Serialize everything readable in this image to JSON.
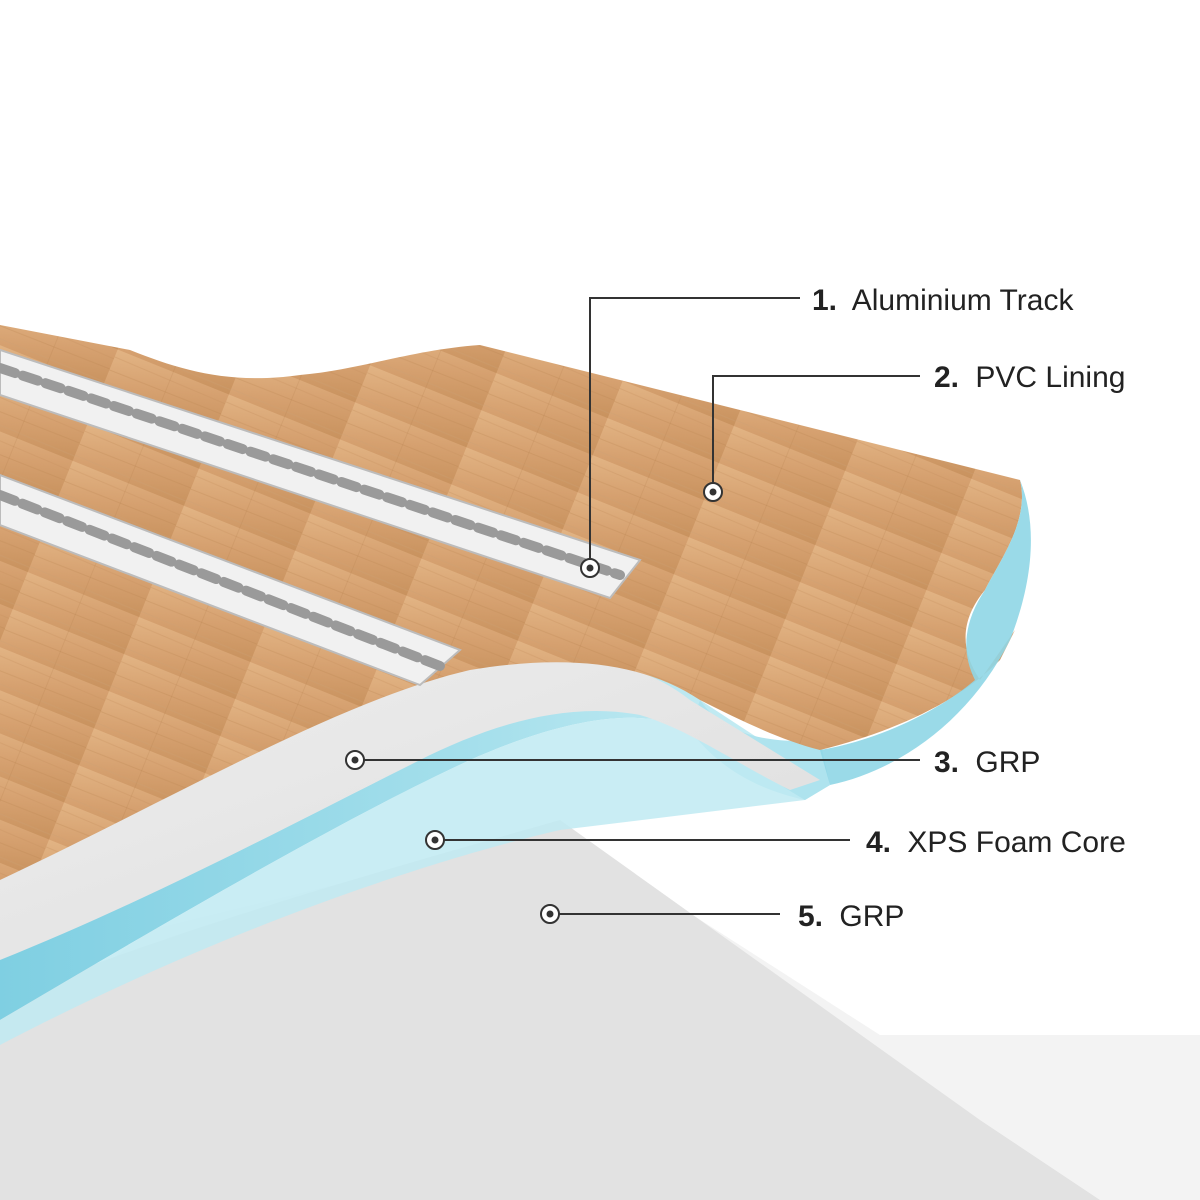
{
  "callouts": [
    {
      "number": "1.",
      "text": "Aluminium Track"
    },
    {
      "number": "2.",
      "text": "PVC Lining"
    },
    {
      "number": "3.",
      "text": "GRP"
    },
    {
      "number": "4.",
      "text": "XPS Foam Core"
    },
    {
      "number": "5.",
      "text": "GRP"
    }
  ],
  "colors": {
    "wood": "#d9a877",
    "wood_dark": "#c48e5a",
    "foam": "#8fd6e6",
    "foam_light": "#c4ecf3",
    "grp": "#e8e8e8",
    "grp_bottom": "#dcdcdc",
    "track": "#eeeeee",
    "callout_line": "#333333"
  }
}
